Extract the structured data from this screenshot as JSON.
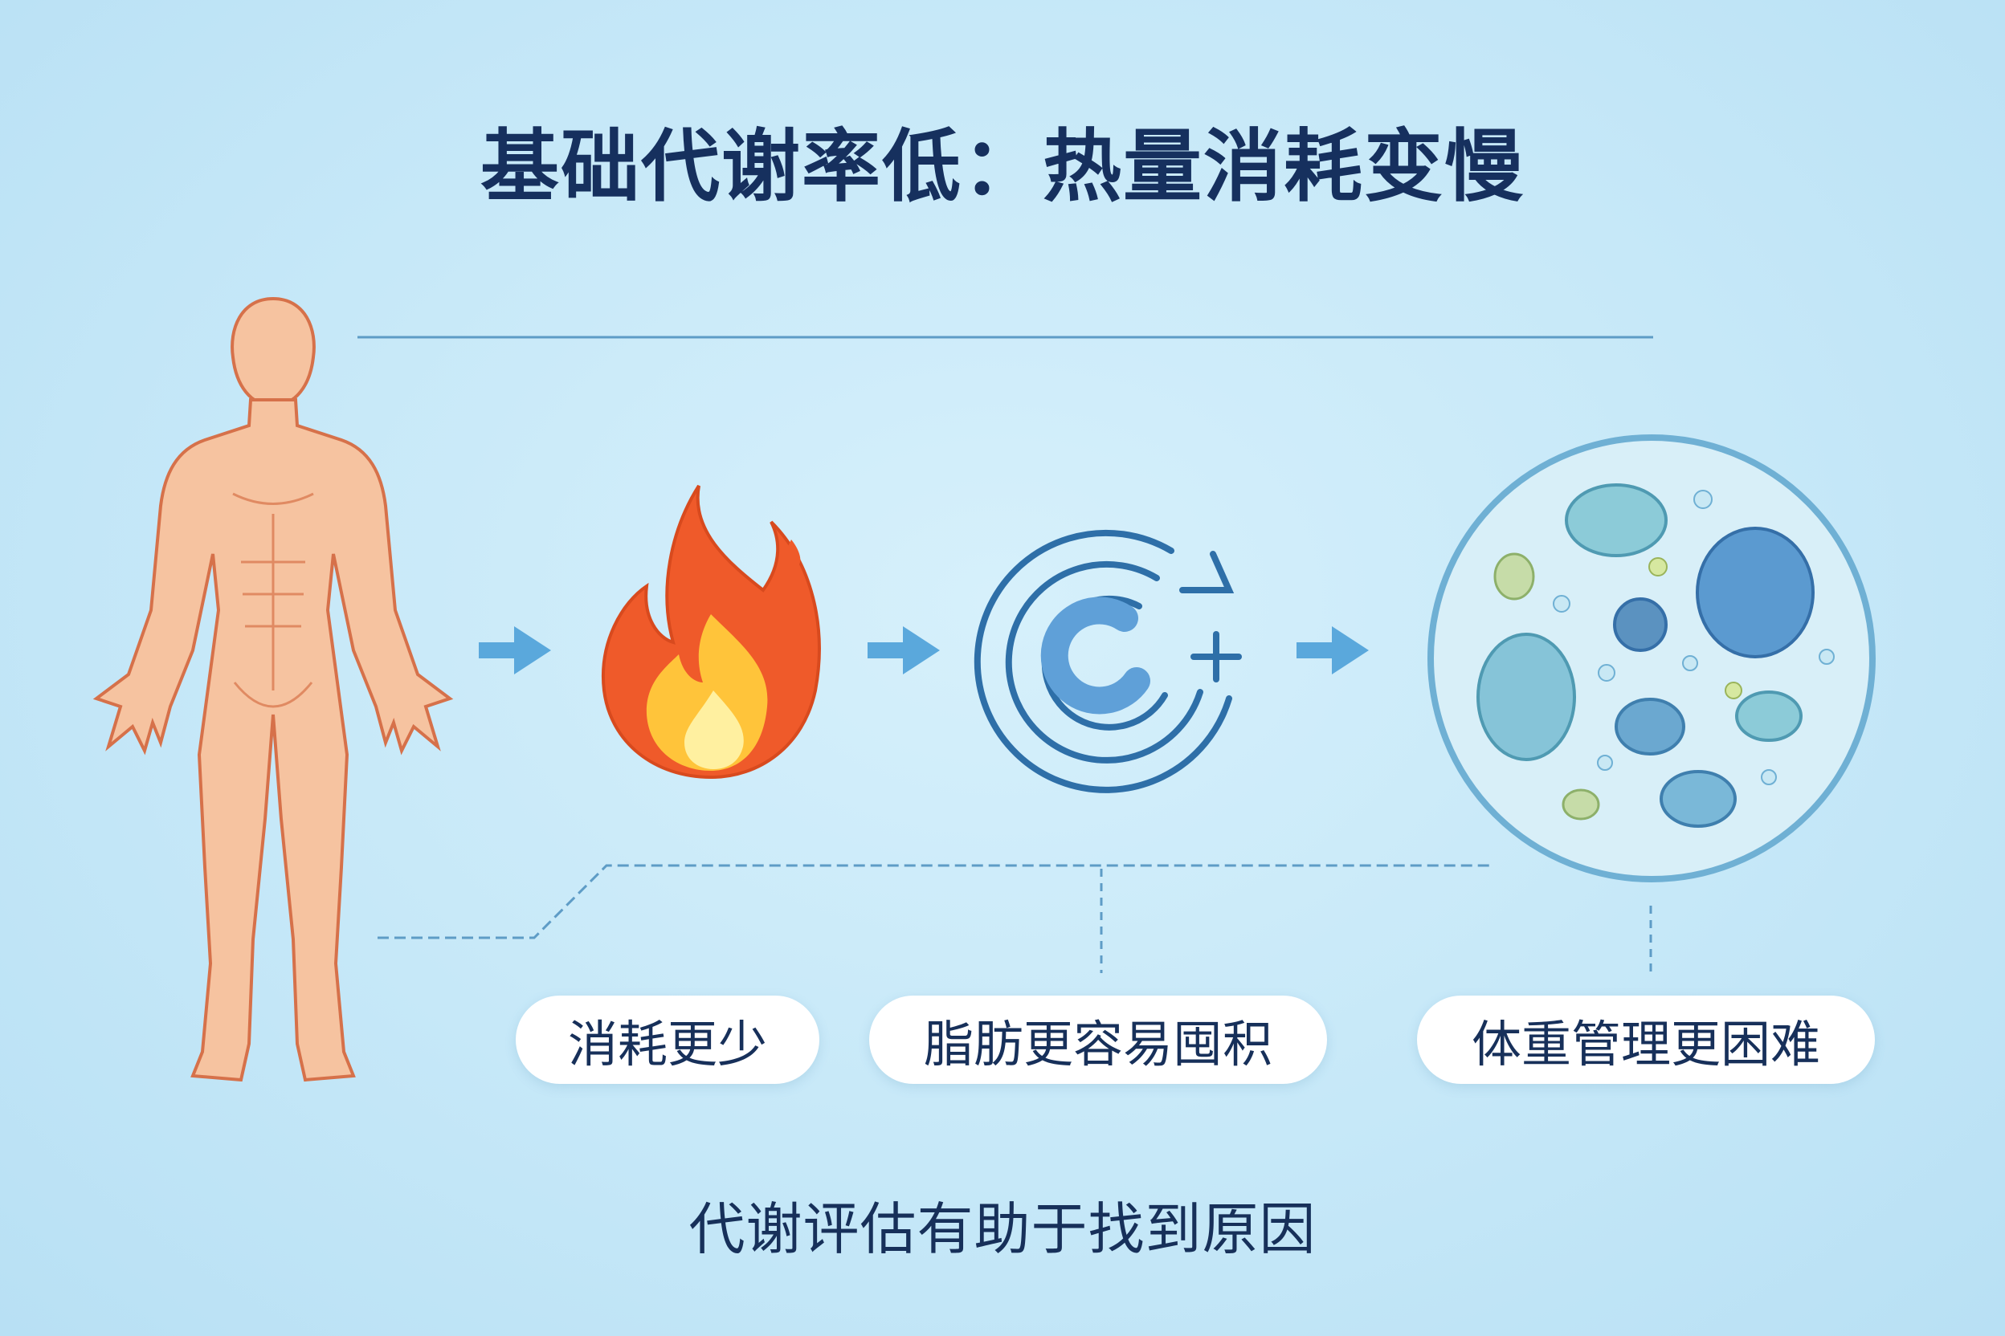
{
  "title": "基础代谢率低：热量消耗变慢",
  "labels": [
    "消耗更少",
    "脂肪更容易囤积",
    "体重管理更困难"
  ],
  "footer": "代谢评估有助于找到原因",
  "icons": [
    "human-body-icon",
    "flame-icon",
    "calorie-c-plus-icon",
    "fat-cells-icon",
    "arrow-right-icon"
  ],
  "colors": {
    "title": "#16305e",
    "arrow": "#5aa8dc",
    "flame_outer": "#ef5a2a",
    "flame_inner": "#ffd75a",
    "ring": "#2e6fa8",
    "cell": "#8cc6e0",
    "skin": "#f6c3a0"
  }
}
